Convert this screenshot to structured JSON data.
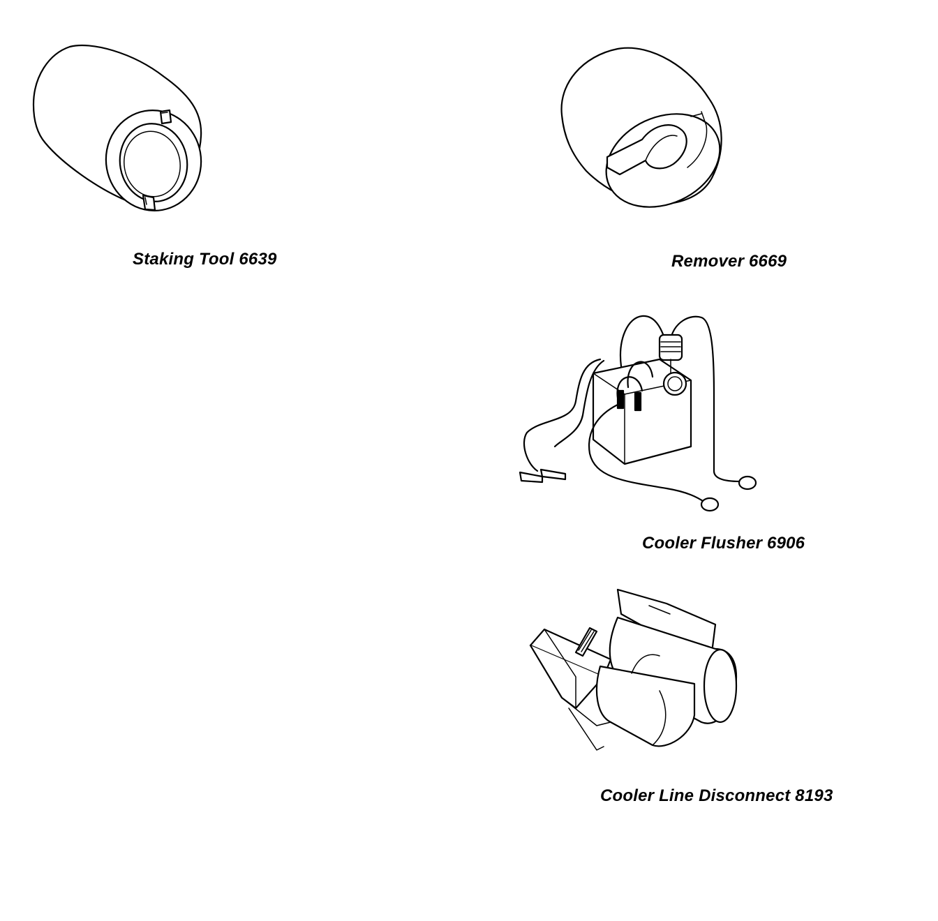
{
  "tools": [
    {
      "id": "staking-tool",
      "caption": "Staking Tool 6639"
    },
    {
      "id": "remover",
      "caption": "Remover 6669"
    },
    {
      "id": "cooler-flusher",
      "caption": "Cooler Flusher 6906"
    },
    {
      "id": "cooler-line-disconnect",
      "caption": "Cooler Line Disconnect 8193"
    }
  ]
}
